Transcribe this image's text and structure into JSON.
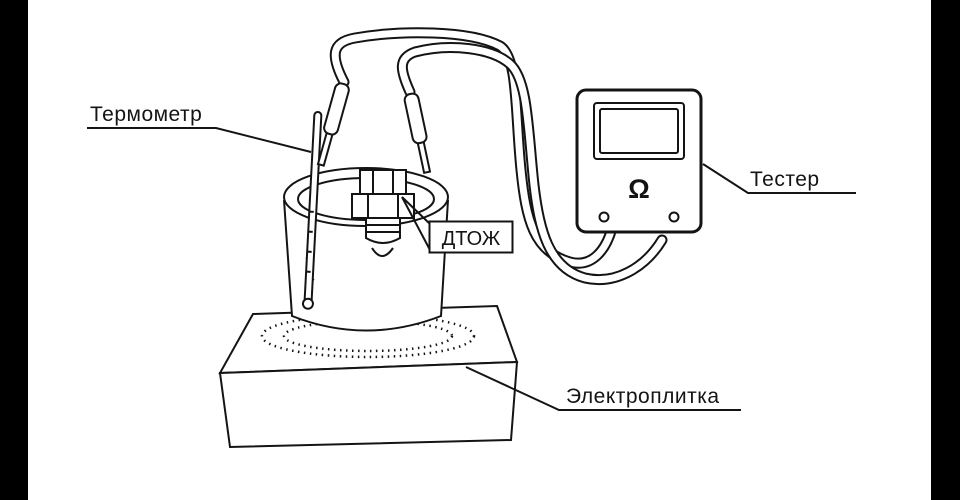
{
  "frame": {
    "bar_color": "#000000"
  },
  "diagram": {
    "labels": {
      "thermometer": "Термометр",
      "sensor": "ДТОЖ",
      "tester": "Тестер",
      "hotplate": "Электроплитка"
    },
    "tester": {
      "display_symbol": "Ω"
    },
    "colors": {
      "line": "#141414",
      "background": "#ffffff",
      "side_bars": "#000000"
    }
  }
}
